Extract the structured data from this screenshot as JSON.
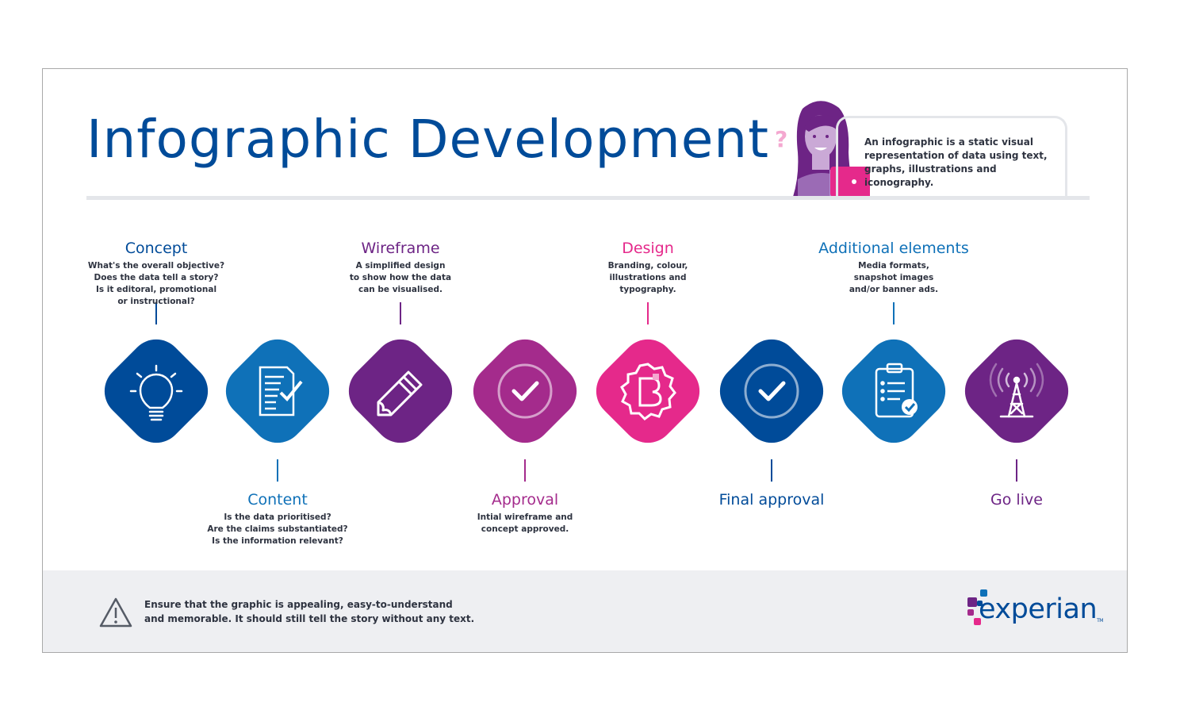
{
  "header": {
    "title": "Infographic Development",
    "definition": "An infographic is a static visual representation of data using text, graphs, illustrations and iconography."
  },
  "steps": [
    {
      "label": "Concept",
      "description": "What's the overall objective?\nDoes the data tell a story?\nIs it editoral, promotional\nor instructional?",
      "color": "#004b99",
      "label_color": "#004b99",
      "icon": "lightbulb-icon",
      "position": "top"
    },
    {
      "label": "Content",
      "description": "Is the data prioritised?\nAre the claims substantiated?\nIs the information relevant?",
      "color": "#0f71b8",
      "label_color": "#0f71b8",
      "icon": "document-check-icon",
      "position": "bottom"
    },
    {
      "label": "Wireframe",
      "description": "A simplified design\nto show how the data\ncan be visualised.",
      "color": "#6d2485",
      "label_color": "#6d2485",
      "icon": "pencil-icon",
      "position": "top"
    },
    {
      "label": "Approval",
      "description": "Intial wireframe and\nconcept approved.",
      "color": "#a42b8c",
      "label_color": "#a42b8c",
      "icon": "check-circle-icon",
      "position": "bottom"
    },
    {
      "label": "Design",
      "description": "Branding, colour,\nillustrations and\ntypography.",
      "color": "#e5298b",
      "label_color": "#e5298b",
      "icon": "badge-b-icon",
      "position": "top"
    },
    {
      "label": "Final approval",
      "description": "",
      "color": "#004b99",
      "label_color": "#004b99",
      "icon": "check-circle-icon",
      "position": "bottom"
    },
    {
      "label": "Additional elements",
      "description": "Media formats,\nsnapshot images\nand/or banner ads.",
      "color": "#0f71b8",
      "label_color": "#0f71b8",
      "icon": "clipboard-check-icon",
      "position": "top"
    },
    {
      "label": "Go live",
      "description": "",
      "color": "#6d2485",
      "label_color": "#6d2485",
      "icon": "broadcast-tower-icon",
      "position": "bottom"
    }
  ],
  "footer": {
    "note": "Ensure that the graphic is appealing, easy-to-understand\nand memorable. It should still tell the story without any text.",
    "brand": "experian",
    "brand_mark": "TM"
  },
  "colors": {
    "title": "#004b99",
    "dark_blue": "#004b99",
    "blue": "#0f71b8",
    "purple": "#6d2485",
    "magenta": "#a42b8c",
    "pink": "#e5298b",
    "footer_bg": "#eeeff2",
    "text": "#2e3340"
  }
}
